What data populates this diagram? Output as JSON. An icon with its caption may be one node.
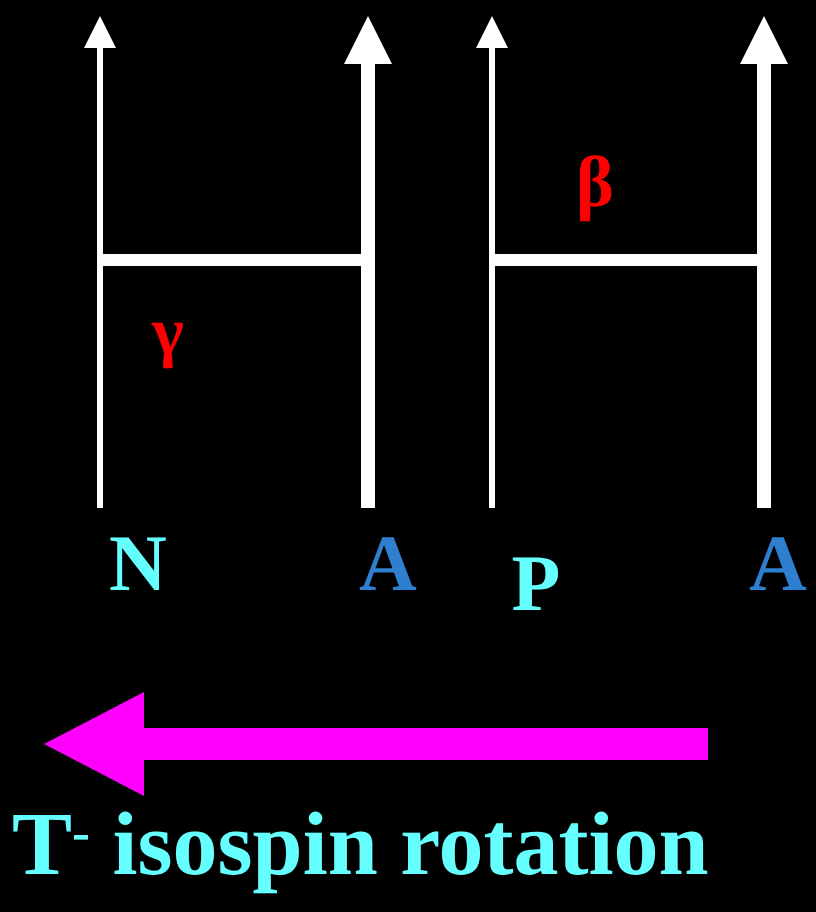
{
  "diagram": {
    "nodes": [
      {
        "text": [
          "N"
        ]
      },
      {
        "text": [
          "A"
        ]
      },
      {
        "text": [
          "P"
        ]
      },
      {
        "text": [
          "A"
        ]
      }
    ],
    "edges": [
      {
        "from": 0,
        "to": null,
        "arrow": "to"
      },
      {
        "from": 1,
        "to": null,
        "arrow": "to",
        "style": "thick"
      },
      {
        "from": 2,
        "to": null,
        "arrow": "to"
      },
      {
        "from": 3,
        "to": null,
        "arrow": "to",
        "style": "thick"
      }
    ],
    "labels": [
      "γ",
      "β",
      "T$^{-}$ isospin rotation"
    ]
  }
}
